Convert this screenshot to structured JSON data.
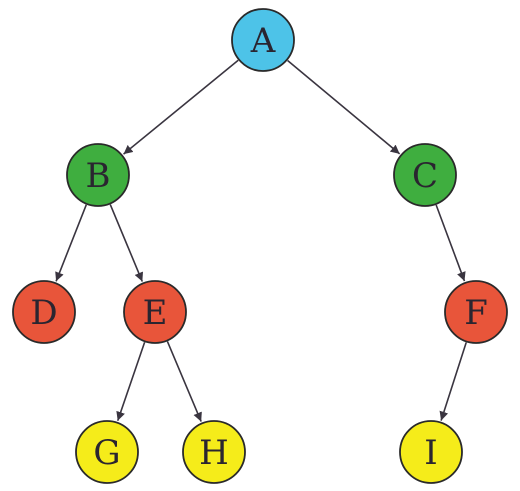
{
  "colors": {
    "root": "#4dc3e8",
    "level1": "#3fae3f",
    "level2": "#e8553a",
    "level3": "#f5ec1a",
    "edge": "#3a3540"
  },
  "nodes": [
    {
      "id": "A",
      "label": "A",
      "level": "root"
    },
    {
      "id": "B",
      "label": "B",
      "level": "level1"
    },
    {
      "id": "C",
      "label": "C",
      "level": "level1"
    },
    {
      "id": "D",
      "label": "D",
      "level": "level2"
    },
    {
      "id": "E",
      "label": "E",
      "level": "level2"
    },
    {
      "id": "F",
      "label": "F",
      "level": "level2"
    },
    {
      "id": "G",
      "label": "G",
      "level": "level3"
    },
    {
      "id": "H",
      "label": "H",
      "level": "level3"
    },
    {
      "id": "I",
      "label": "I",
      "level": "level3"
    }
  ],
  "edges": [
    {
      "from": "A",
      "to": "B"
    },
    {
      "from": "A",
      "to": "C"
    },
    {
      "from": "B",
      "to": "D"
    },
    {
      "from": "B",
      "to": "E"
    },
    {
      "from": "C",
      "to": "F"
    },
    {
      "from": "E",
      "to": "G"
    },
    {
      "from": "E",
      "to": "H"
    },
    {
      "from": "F",
      "to": "I"
    }
  ]
}
